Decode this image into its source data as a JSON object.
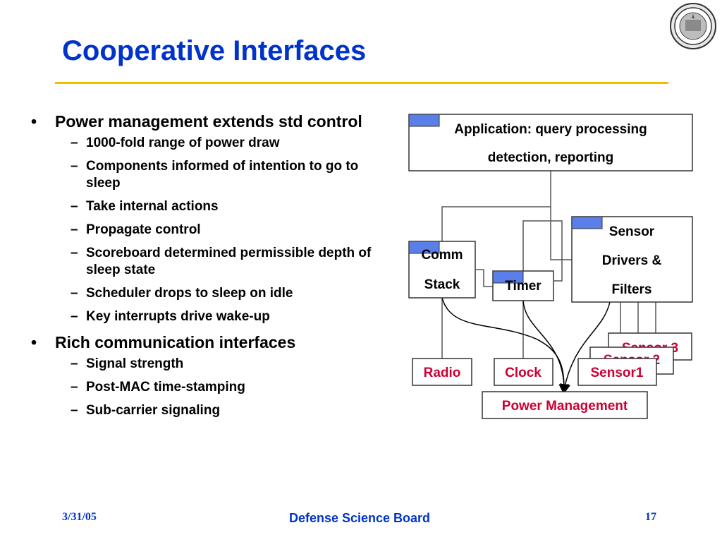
{
  "slide": {
    "title": "Cooperative Interfaces"
  },
  "bullets": [
    {
      "text": "Power management extends std control",
      "sub": [
        "1000-fold range of power draw",
        "Components informed of intention to go to sleep",
        "Take internal actions",
        "Propagate control",
        "Scoreboard determined permissible depth of sleep state",
        "Scheduler drops to sleep on idle",
        "Key interrupts drive wake-up"
      ]
    },
    {
      "text": "Rich communication interfaces",
      "sub": [
        "Signal strength",
        "Post-MAC time-stamping",
        "Sub-carrier signaling"
      ]
    }
  ],
  "bullet_mark": "•",
  "sub_mark": "–",
  "diagram": {
    "application": {
      "line1": "Application: query processing",
      "line2": "detection, reporting"
    },
    "comm_stack": {
      "line1": "Comm",
      "line2": "Stack"
    },
    "timer": "Timer",
    "sensor_drivers": {
      "line1": "Sensor",
      "line2": "Drivers &",
      "line3": "Filters"
    },
    "radio": "Radio",
    "clock": "Clock",
    "sensor1": "Sensor1",
    "sensor2": "Sensor 2",
    "sensor3": "Sensor 3",
    "power_management": "Power Management"
  },
  "footer": {
    "date": "3/31/05",
    "center": "Defense Science Board",
    "page": "17"
  },
  "colors": {
    "title": "#0033cc",
    "rule": "#f0c000",
    "hardware_text": "#cc0033",
    "tab_fill": "#5b7fe8",
    "footer": "#0033cc"
  },
  "icons": {
    "seal": "university-seal-icon"
  }
}
